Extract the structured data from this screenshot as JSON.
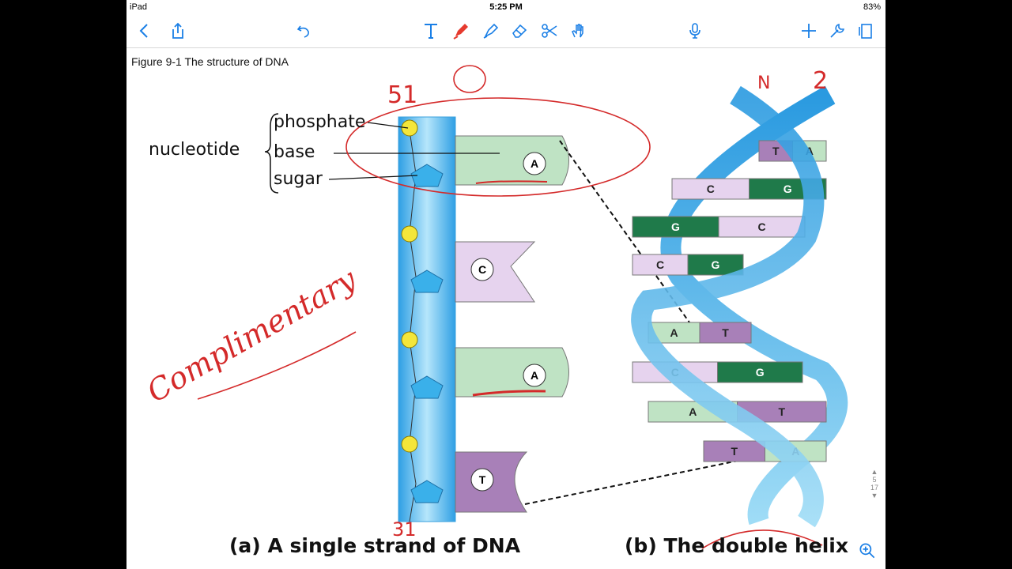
{
  "status": {
    "device": "iPad",
    "time": "5:25 PM",
    "battery": "83%"
  },
  "toolbar": {
    "left_icons": [
      "back-icon",
      "share-icon",
      "undo-icon"
    ],
    "center_icons": [
      "text-tool-icon",
      "pen-tool-icon",
      "highlighter-icon",
      "eraser-icon",
      "scissors-icon",
      "hand-icon"
    ],
    "right_icons": [
      "microphone-icon",
      "add-icon",
      "wrench-icon",
      "pages-icon"
    ],
    "accent": "#1a7fe6"
  },
  "figure": {
    "title": "Figure 9-1 The structure of DNA",
    "nucleotide_label": "nucleotide",
    "parts": [
      "phosphate",
      "base",
      "sugar"
    ],
    "strand_bases": [
      "A",
      "C",
      "A",
      "T"
    ],
    "caption_a_letter": "(a)",
    "caption_a": "A single strand of DNA",
    "caption_b_letter": "(b)",
    "caption_b": "The double helix",
    "helix_pairs": [
      {
        "left": "T",
        "right": "A"
      },
      {
        "left": "C",
        "right": "G"
      },
      {
        "left": "G",
        "right": "C"
      },
      {
        "left": "C",
        "right": "G"
      },
      {
        "left": "A",
        "right": "T"
      },
      {
        "left": "C",
        "right": "G"
      },
      {
        "left": "A",
        "right": "T"
      },
      {
        "left": "T",
        "right": "A"
      }
    ],
    "base_colors": {
      "A": "#bfe3c4",
      "C": "#e6d3ee",
      "G": "#1f7a4a",
      "T": "#a880b8"
    }
  },
  "annotations": {
    "five_prime": "51",
    "three_prime": "31",
    "helix_top_left": "N",
    "helix_top_right": "2",
    "handwriting": "Complimentary",
    "ink_color": "#d42a2a"
  },
  "pager": {
    "current": "5",
    "total": "17"
  }
}
